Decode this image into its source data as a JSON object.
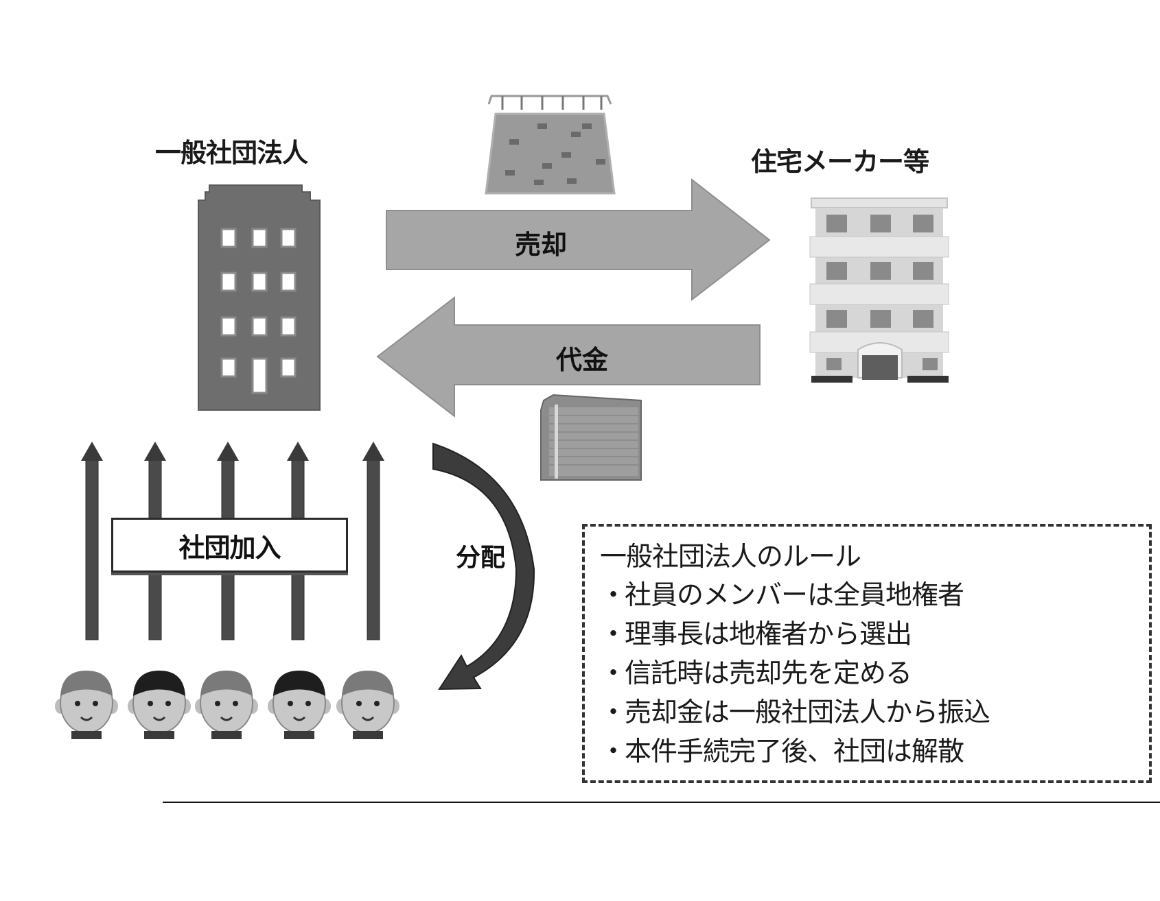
{
  "diagram": {
    "left_entity": {
      "label": "一般社団法人",
      "icon": "office-building-icon"
    },
    "right_entity": {
      "label": "住宅メーカー等",
      "icon": "apartment-building-icon"
    },
    "sale_arrow": {
      "label": "売却",
      "direction": "right",
      "icon_above": "land-plot-icon"
    },
    "payment_arrow": {
      "label": "代金",
      "direction": "left",
      "icon_below": "cash-stack-icon"
    },
    "join": {
      "label": "社団加入",
      "arrow_count": 5,
      "direction": "up"
    },
    "distribution": {
      "label": "分配",
      "direction": "curved-down"
    },
    "members": {
      "count": 5,
      "icon": "person-face-icon"
    },
    "rules": {
      "title": "一般社団法人のルール",
      "bullet": "・",
      "items": [
        "社員のメンバーは全員地権者",
        "理事長は地権者から選出",
        "信託時は売却先を定める",
        "売却金は一般社団法人から振込",
        "本件手続完了後、社団は解散"
      ]
    }
  },
  "colors": {
    "arrow_fill": "#a6a6a6",
    "building_dark": "#6e6e6e",
    "dark_arrow": "#3c3c3c",
    "text": "#1a1a1a"
  }
}
